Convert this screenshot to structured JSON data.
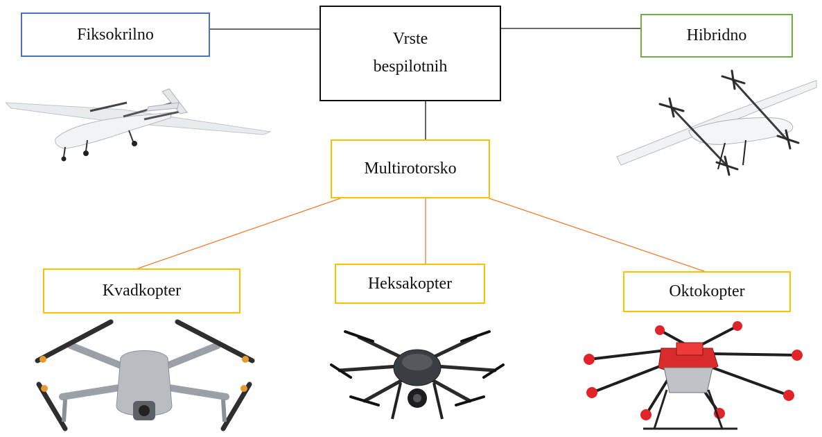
{
  "diagram": {
    "root": {
      "line1": "Vrste",
      "line2": "bespilotnih"
    },
    "fixed_wing": {
      "label": "Fiksokrilno"
    },
    "hybrid": {
      "label": "Hibridno"
    },
    "multirotor": {
      "label": "Multirotorsko"
    },
    "quad": {
      "label": "Kvadkopter"
    },
    "hexa": {
      "label": "Heksakopter"
    },
    "octo": {
      "label": "Oktokopter"
    }
  },
  "colors": {
    "fixed_wing_border": "#4a72c4",
    "hybrid_border": "#70ad47",
    "root_border": "#111111",
    "multirotor_border": "#fcc000",
    "connector_black": "#111111",
    "connector_orange": "#ed7d31"
  },
  "images": [
    {
      "name": "fixed-wing-drone",
      "icon": "fixed-wing-uav-picture"
    },
    {
      "name": "hybrid-vtol-drone",
      "icon": "vtol-uav-picture"
    },
    {
      "name": "quadcopter-drone",
      "icon": "quadcopter-picture"
    },
    {
      "name": "hexacopter-drone",
      "icon": "hexacopter-picture"
    },
    {
      "name": "octocopter-drone",
      "icon": "octocopter-picture"
    }
  ]
}
